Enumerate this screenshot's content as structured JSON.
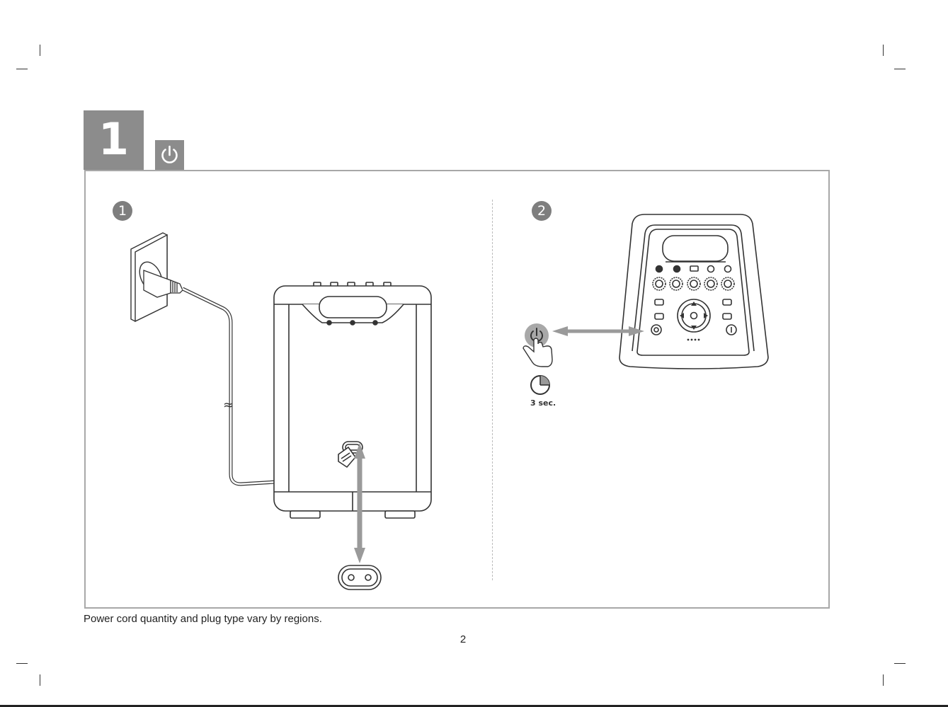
{
  "step": {
    "number": "1",
    "icon": "power-icon"
  },
  "panels": [
    {
      "badge": "1",
      "description_icons": [
        "wall-socket-icon",
        "power-cord-icon",
        "speaker-back-icon",
        "power-inlet-icon"
      ]
    },
    {
      "badge": "2",
      "hold_duration_label": "3 sec.",
      "description_icons": [
        "speaker-top-panel-icon",
        "power-button-press-icon",
        "timer-icon"
      ]
    }
  ],
  "footer": {
    "note": "Power cord quantity and plug type vary by regions.",
    "page_number": "2"
  },
  "colors": {
    "accent_gray": "#8c8c8c",
    "frame_gray": "#a8a8a8",
    "line": "#333333"
  }
}
